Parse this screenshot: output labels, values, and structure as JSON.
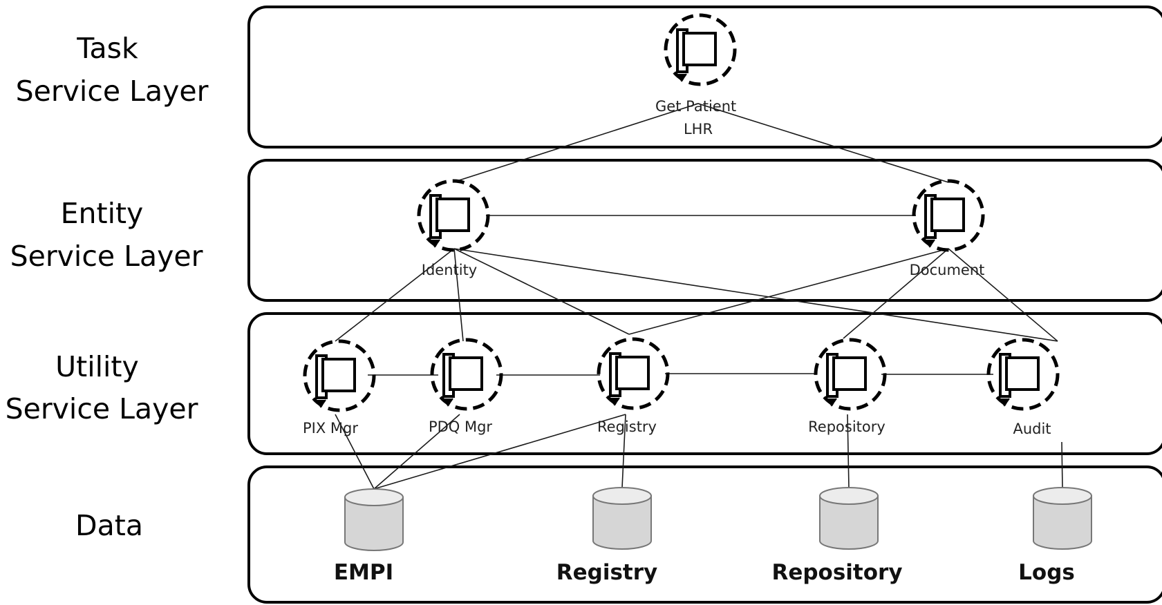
{
  "layers": [
    {
      "id": "task",
      "lines": [
        "Task",
        "Service Layer"
      ]
    },
    {
      "id": "entity",
      "lines": [
        "Entity",
        "Service Layer"
      ]
    },
    {
      "id": "utility",
      "lines": [
        "Utility",
        "Service Layer"
      ]
    },
    {
      "id": "data",
      "lines": [
        "Data"
      ]
    }
  ],
  "services": {
    "task": [
      {
        "id": "get-patient-ehr",
        "label_lines": [
          "Get Patient",
          "LHR"
        ]
      }
    ],
    "entity": [
      {
        "id": "identity",
        "label_lines": [
          "Identity"
        ]
      },
      {
        "id": "document",
        "label_lines": [
          "Document"
        ]
      }
    ],
    "utility": [
      {
        "id": "pix-mgr",
        "label_lines": [
          "PIX Mgr"
        ]
      },
      {
        "id": "pdq-mgr",
        "label_lines": [
          "PDQ Mgr"
        ]
      },
      {
        "id": "registry-svc",
        "label_lines": [
          "Registry"
        ]
      },
      {
        "id": "repository-svc",
        "label_lines": [
          "Repository"
        ]
      },
      {
        "id": "audit",
        "label_lines": [
          "Audit"
        ]
      }
    ]
  },
  "data_stores": [
    {
      "id": "empi",
      "label": "EMPI"
    },
    {
      "id": "registry-db",
      "label": "Registry"
    },
    {
      "id": "repository-db",
      "label": "Repository"
    },
    {
      "id": "logs",
      "label": "Logs"
    }
  ],
  "connections": [
    [
      "get-patient-ehr",
      "identity"
    ],
    [
      "get-patient-ehr",
      "document"
    ],
    [
      "identity",
      "document"
    ],
    [
      "identity",
      "pix-mgr"
    ],
    [
      "identity",
      "pdq-mgr"
    ],
    [
      "identity",
      "registry-svc"
    ],
    [
      "identity",
      "audit"
    ],
    [
      "document",
      "registry-svc"
    ],
    [
      "document",
      "repository-svc"
    ],
    [
      "document",
      "audit"
    ],
    [
      "pix-mgr",
      "pdq-mgr"
    ],
    [
      "pdq-mgr",
      "registry-svc"
    ],
    [
      "registry-svc",
      "repository-svc"
    ],
    [
      "repository-svc",
      "audit"
    ],
    [
      "pix-mgr",
      "empi"
    ],
    [
      "pdq-mgr",
      "empi"
    ],
    [
      "registry-svc",
      "empi"
    ],
    [
      "registry-svc",
      "registry-db"
    ],
    [
      "repository-svc",
      "repository-db"
    ],
    [
      "audit",
      "logs"
    ]
  ]
}
